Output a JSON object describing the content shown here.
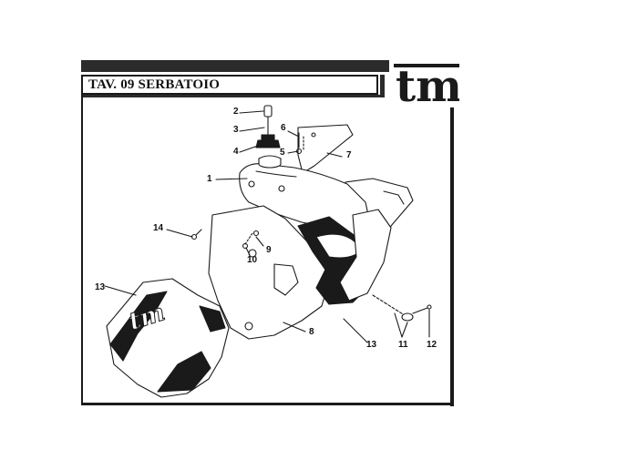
{
  "header": {
    "title": "TAV. 09 SERBATOIO",
    "logo_text": "tm"
  },
  "diagram": {
    "callouts": [
      {
        "id": "c1",
        "label": "1"
      },
      {
        "id": "c2",
        "label": "2"
      },
      {
        "id": "c3",
        "label": "3"
      },
      {
        "id": "c4",
        "label": "4"
      },
      {
        "id": "c5",
        "label": "5"
      },
      {
        "id": "c6",
        "label": "6"
      },
      {
        "id": "c7",
        "label": "7"
      },
      {
        "id": "c8",
        "label": "8"
      },
      {
        "id": "c9",
        "label": "9"
      },
      {
        "id": "c10",
        "label": "10"
      },
      {
        "id": "c11",
        "label": "11"
      },
      {
        "id": "c12",
        "label": "12"
      },
      {
        "id": "c13a",
        "label": "13"
      },
      {
        "id": "c13b",
        "label": "13"
      },
      {
        "id": "c14",
        "label": "14"
      }
    ],
    "decal_text": "tm"
  },
  "colors": {
    "ink": "#1a1a1a",
    "paper": "#ffffff",
    "rule": "#2b2b2b"
  }
}
